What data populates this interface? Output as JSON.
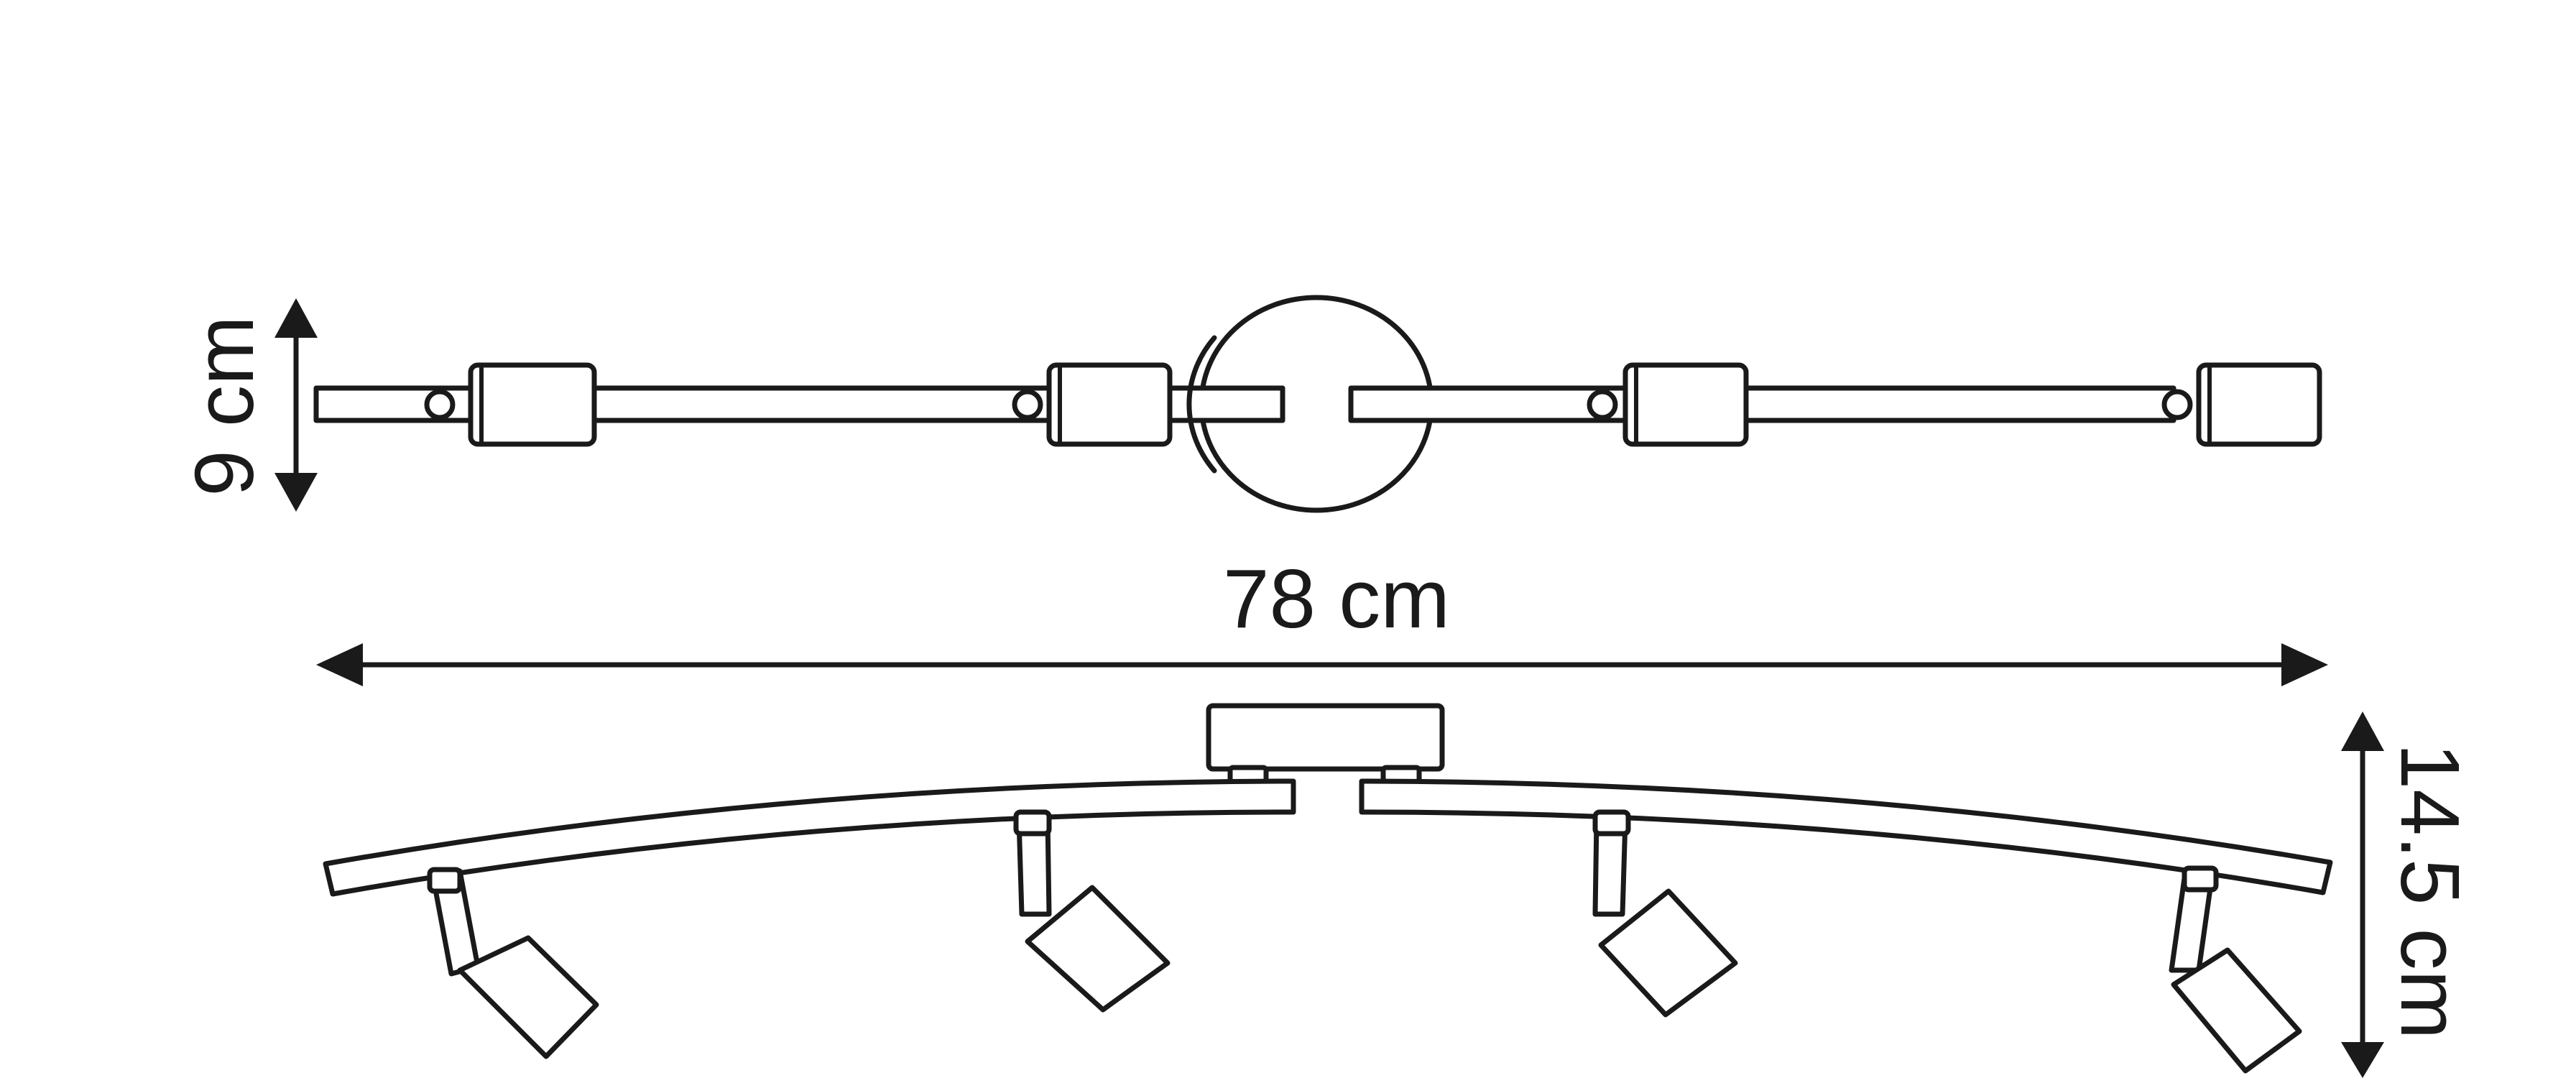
{
  "dimensions": {
    "depth_label": "9 cm",
    "width_label": "78 cm",
    "height_label": "14.5 cm"
  },
  "colors": {
    "line": "#1a1a1a",
    "background": "#ffffff"
  }
}
